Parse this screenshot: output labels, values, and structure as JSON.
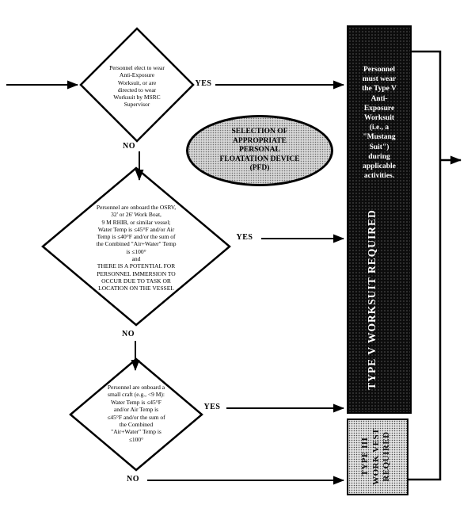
{
  "oval_title": "SELECTION OF\nAPPROPRIATE\nPERSONAL\nFLOATATION DEVICE\n(PFD)",
  "labels": {
    "yes": "YES",
    "no": "NO"
  },
  "decisions": {
    "worksuit_election": "Personnel elect to wear\nAnti-Exposure\nWorksuit, or are\ndirected to wear\nWorksuit by MSRC\nSupervisor",
    "vessel_conditions": "Personnel are onboard the OSRV,\n32' or 26' Work Boat,\n9 M RHIB, or similar vessel;\nWater Temp is ≤45°F and/or Air\nTemp is ≤40°F and/or the sum of\nthe Combined \"Air+Water\" Temp\nis ≤100°\nand\nTHERE IS A POTENTIAL FOR\nPERSONNEL IMMERSION TO\nOCCUR DUE TO TASK OR\nLOCATION ON THE VESSEL",
    "small_craft_conditions": "Personnel are onboard a\nsmall craft (e.g., <9 M):\nWater Temp is ≤45°F\nand/or Air Temp is\n≤45°F and/or the sum of\nthe Combined\n\"Air+Water\" Temp is\n≤100°"
  },
  "outcomes": {
    "worksuit": {
      "note": "Personnel\nmust wear\nthe Type V\nAnti-\nExposure\nWorksuit\n(i.e., a\n\"Mustang\nSuit\")\nduring\napplicable\nactivities.",
      "banner": "TYPE V WORKSUIT REQUIRED"
    },
    "work_vest": {
      "banner": "TYPE III\nWORK VEST\nREQUIRED"
    }
  },
  "colors": {
    "line": "#000000",
    "oval_fill": "#d6d6d6",
    "dark_box_fill": "#0c0c0c",
    "light_box_fill": "#e3e3e3",
    "note_text": "#ffffff"
  }
}
